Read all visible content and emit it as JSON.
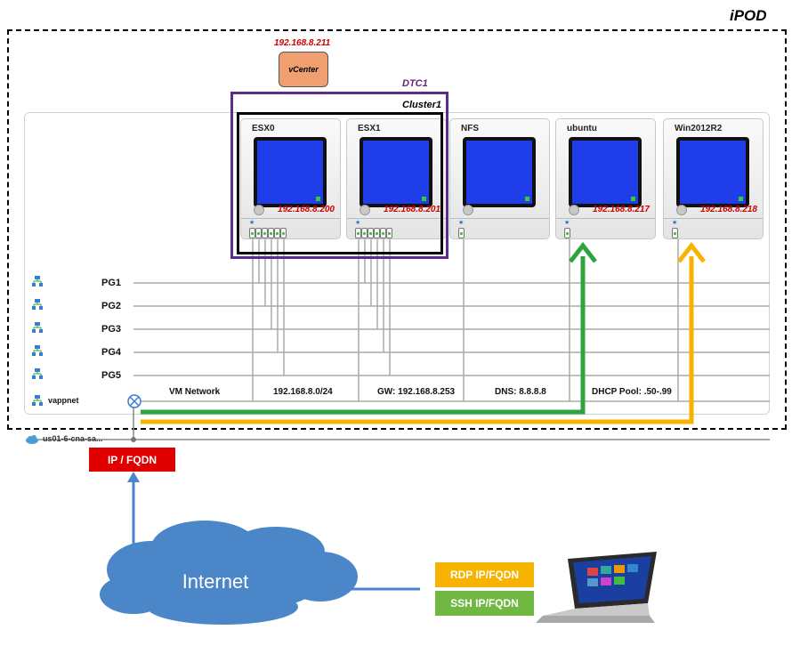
{
  "ipod": {
    "title": "iPOD"
  },
  "vcenter": {
    "ip": "192.168.8.211",
    "label": "vCenter"
  },
  "dtc": {
    "label": "DTC1"
  },
  "cluster": {
    "label": "Cluster1"
  },
  "vms": [
    {
      "name": "ESX0",
      "ip": "192.168.8.200",
      "nics": 6
    },
    {
      "name": "ESX1",
      "ip": "192.168.8.201",
      "nics": 6
    },
    {
      "name": "NFS",
      "ip": "",
      "nics": 1
    },
    {
      "name": "ubuntu",
      "ip": "192.168.8.217",
      "nics": 1
    },
    {
      "name": "Win2012R2",
      "ip": "192.168.8.218",
      "nics": 1
    }
  ],
  "port_groups": [
    "PG1",
    "PG2",
    "PG3",
    "PG4",
    "PG5"
  ],
  "vappnet": {
    "label": "vappnet",
    "vm_network": "VM Network",
    "subnet": "192.168.8.0/24",
    "gateway": "GW: 192.168.8.253",
    "dns": "DNS: 8.8.8.8",
    "dhcp": "DHCP Pool: .50-.99"
  },
  "org_network": {
    "label": "us01-6-cna-sa..."
  },
  "external": {
    "label": "IP / FQDN"
  },
  "internet": {
    "label": "Internet"
  },
  "access": {
    "rdp": "RDP IP/FQDN",
    "ssh": "SSH IP/FQDN"
  },
  "colors": {
    "rdp": "#f7b300",
    "ssh": "#2ea43a",
    "ip_text": "#d00000",
    "dtc": "#5b2d8a",
    "screen": "#1f3de8",
    "cloud": "#4a86c8"
  }
}
